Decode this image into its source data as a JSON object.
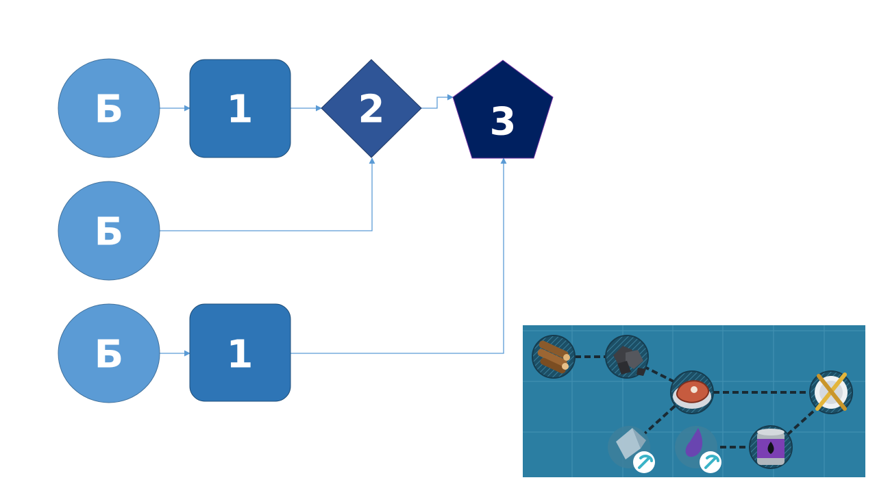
{
  "diagram": {
    "colors": {
      "source": "#5b9bd5",
      "step1": "#2e75b6",
      "step2": "#2f5597",
      "step3": "#002060",
      "connector": "#5b9bd5",
      "label": "#ffffff"
    },
    "nodes": {
      "source_top": {
        "label": "Б",
        "shape": "circle"
      },
      "source_mid": {
        "label": "Б",
        "shape": "circle"
      },
      "source_bottom": {
        "label": "Б",
        "shape": "circle"
      },
      "step1_top": {
        "label": "1",
        "shape": "rounded-square"
      },
      "step1_bottom": {
        "label": "1",
        "shape": "rounded-square"
      },
      "step2": {
        "label": "2",
        "shape": "diamond"
      },
      "step3": {
        "label": "3",
        "shape": "pentagon"
      }
    },
    "edges": [
      {
        "from": "source_top",
        "to": "step1_top"
      },
      {
        "from": "step1_top",
        "to": "step2"
      },
      {
        "from": "source_mid",
        "to": "step2"
      },
      {
        "from": "step2",
        "to": "step3"
      },
      {
        "from": "source_bottom",
        "to": "step1_bottom"
      },
      {
        "from": "step1_bottom",
        "to": "step3"
      }
    ]
  },
  "game_panel": {
    "background": "#2b7ea2",
    "grid_color": "#4a98b8",
    "items": [
      {
        "id": "wood",
        "icon": "wood-logs-icon"
      },
      {
        "id": "coal",
        "icon": "coal-icon"
      },
      {
        "id": "meat",
        "icon": "meat-steak-icon"
      },
      {
        "id": "meal",
        "icon": "fork-knife-plate-icon"
      },
      {
        "id": "crystal",
        "icon": "crystal-icon",
        "badge": "pickaxe-icon"
      },
      {
        "id": "gem",
        "icon": "purple-gem-icon",
        "badge": "pickaxe-icon"
      },
      {
        "id": "oil",
        "icon": "oil-canister-icon"
      }
    ],
    "links": [
      [
        "wood",
        "coal"
      ],
      [
        "coal",
        "meat"
      ],
      [
        "meat",
        "meal"
      ],
      [
        "meat",
        "crystal"
      ],
      [
        "gem",
        "oil"
      ],
      [
        "oil",
        "meal"
      ]
    ]
  }
}
